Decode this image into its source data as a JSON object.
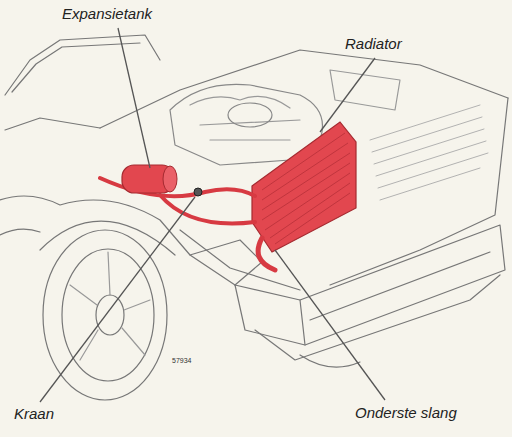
{
  "diagram": {
    "labels": [
      "Expansietank",
      "Radiator",
      "Kraan",
      "Onderste slang",
      "57934"
    ]
  }
}
